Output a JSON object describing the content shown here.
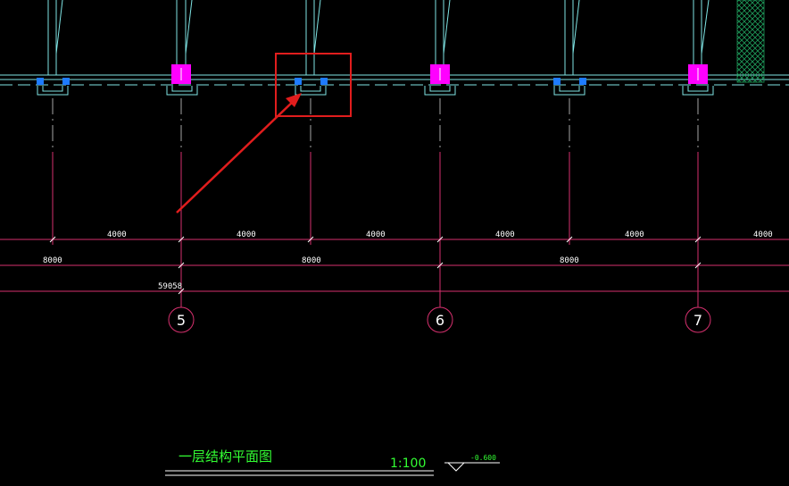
{
  "drawing": {
    "title": "一层结构平面图",
    "scale": "1:100",
    "elevation": "-0.600"
  },
  "dimensions": {
    "row1": [
      "4000",
      "4000",
      "4000",
      "4000",
      "4000",
      "4000"
    ],
    "row2": [
      "8000",
      "8000",
      "8000"
    ],
    "row3": [
      "59058"
    ]
  },
  "axes": [
    "5",
    "6",
    "7"
  ],
  "colors": {
    "background": "#000000",
    "cyan": "#7fe5e5",
    "magenta": "#ff00ff",
    "crimson": "#d6306e",
    "blue": "#1e7bff",
    "green": "#33ff33",
    "annotation_red": "#e11d1d"
  }
}
